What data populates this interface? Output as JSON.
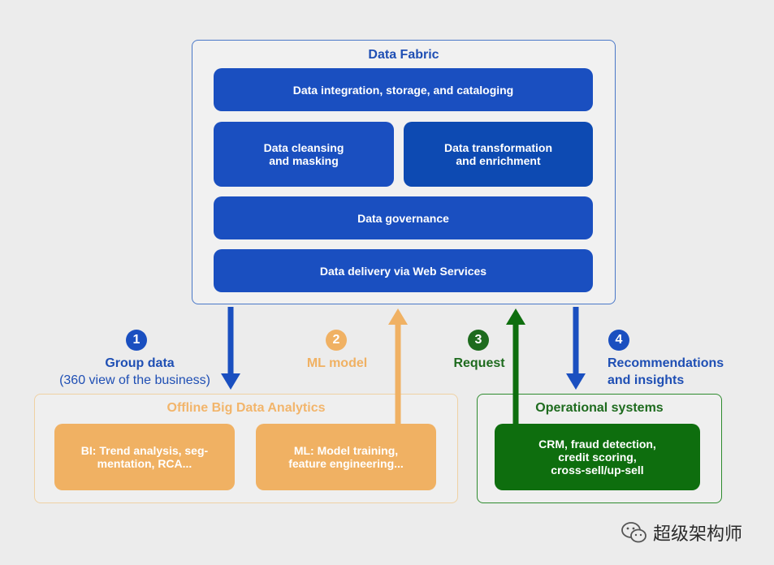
{
  "fabric": {
    "title": "Data Fabric",
    "boxes": [
      "Data integration, storage, and cataloging",
      "Data cleansing\nand masking",
      "Data transformation\nand enrichment",
      "Data governance",
      "Data delivery via Web Services"
    ]
  },
  "steps": [
    {
      "num": "1",
      "label": "Group data",
      "sublabel": "(360 view of the business)"
    },
    {
      "num": "2",
      "label": "ML model"
    },
    {
      "num": "3",
      "label": "Request"
    },
    {
      "num": "4",
      "label": "Recommendations",
      "sublabel": "and insights"
    }
  ],
  "offline": {
    "title": "Offline Big Data Analytics",
    "boxes": [
      "BI: Trend analysis, seg-\nmentation, RCA...",
      "ML: Model training,\nfeature engineering..."
    ]
  },
  "operational": {
    "title": "Operational systems",
    "box": "CRM, fraud detection,\ncredit scoring,\ncross-sell/up-sell"
  },
  "watermark": "超级架构师",
  "colors": {
    "blue": "#1a4fc0",
    "orange": "#f0b163",
    "green": "#0e6e0e",
    "background": "#ececec"
  }
}
